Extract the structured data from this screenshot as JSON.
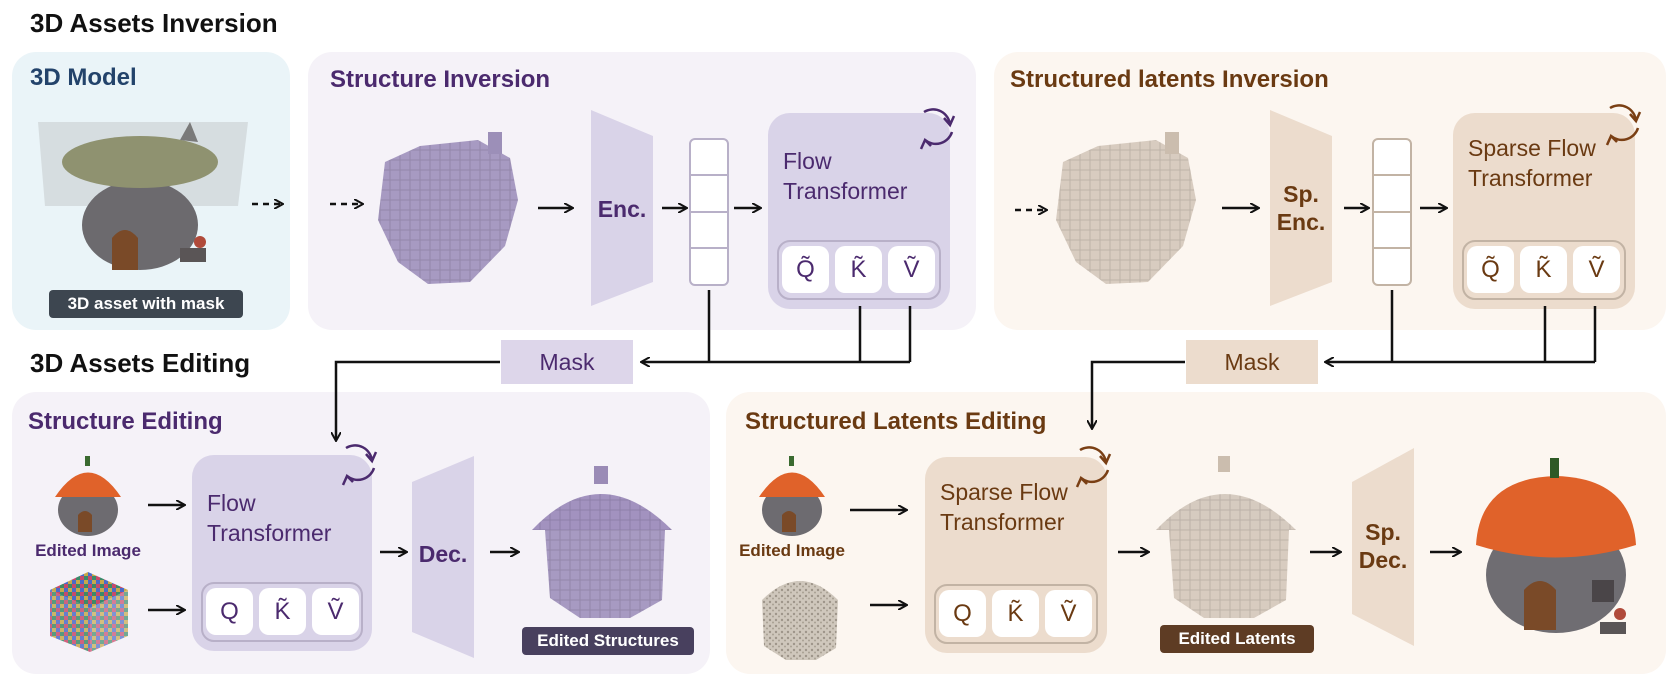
{
  "sections": {
    "inversion_title": "3D Assets Inversion",
    "editing_title": "3D Assets Editing"
  },
  "model_panel": {
    "title": "3D Model",
    "badge": "3D asset with mask"
  },
  "structure_inversion": {
    "title": "Structure Inversion",
    "encoder": "Enc.",
    "transformer": "Flow Transformer",
    "qkv": [
      "Q̃",
      "K̃",
      "Ṽ"
    ]
  },
  "slat_inversion": {
    "title": "Structured latents Inversion",
    "encoder": "Sp. Enc.",
    "transformer": "Sparse Flow Transformer",
    "qkv": [
      "Q̃",
      "K̃",
      "Ṽ"
    ]
  },
  "mask_labels": [
    "Mask",
    "Mask"
  ],
  "structure_editing": {
    "title": "Structure Editing",
    "input_caption": "Edited Image",
    "transformer": "Flow Transformer",
    "qkv": [
      "Q",
      "K̃",
      "Ṽ"
    ],
    "decoder": "Dec.",
    "output_badge": "Edited Structures"
  },
  "slat_editing": {
    "title": "Structured Latents Editing",
    "input_caption": "Edited Image",
    "transformer": "Sparse Flow Transformer",
    "qkv": [
      "Q",
      "K̃",
      "Ṽ"
    ],
    "decoder": "Sp. Dec.",
    "output_badge": "Edited Latents"
  },
  "colors": {
    "purple_panel": "#f5f2f8",
    "purple_box": "#d9d3e8",
    "purple_text": "#4b2a6e",
    "brown_panel": "#fcf6f0",
    "brown_box": "#ecdccd",
    "brown_text": "#6a3a12",
    "blue_panel": "#eaf4f8"
  }
}
